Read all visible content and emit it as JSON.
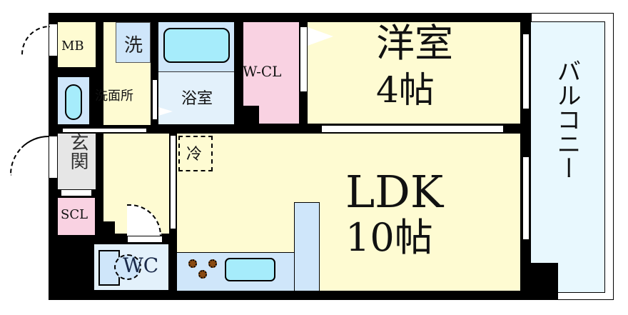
{
  "floor_plan": {
    "rooms": {
      "mb": {
        "label": "MB"
      },
      "laundry": {
        "label": "洗"
      },
      "washroom": {
        "label": "洗面所"
      },
      "bathroom": {
        "label": "浴室"
      },
      "walk_in_closet": {
        "label": "W-CL"
      },
      "western_room": {
        "label": "洋室",
        "size": "4帖"
      },
      "balcony": {
        "label": "バルコニー"
      },
      "entrance": {
        "label": "玄関"
      },
      "shoe_closet": {
        "label": "SCL"
      },
      "refrigerator": {
        "label": "冷"
      },
      "ldk": {
        "label": "LDK",
        "size": "10帖"
      },
      "toilet": {
        "label": "WC"
      }
    },
    "colors": {
      "wall": "#000000",
      "living": "#fefbd2",
      "wet_area": "#cfe6fa",
      "closet": "#f9d2e2",
      "entrance": "#e6e6e6",
      "balcony": "#e8f8fe",
      "fixture": "#a6ecfb",
      "stove_burner": "#8a4b12"
    }
  }
}
